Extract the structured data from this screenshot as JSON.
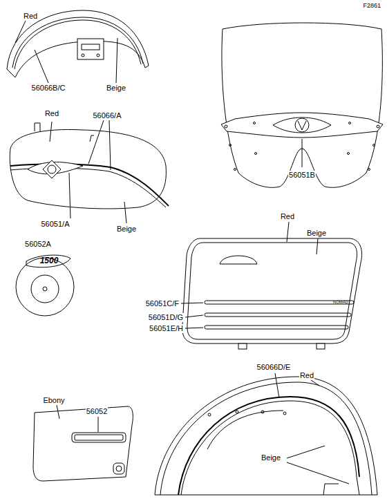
{
  "diagram": {
    "labels": [
      "F2861",
      "Red",
      "56066B/C",
      "Beige",
      "Red",
      "56066/A",
      "56051/A",
      "Beige",
      "56052A",
      "1500",
      "56051B",
      "Red",
      "Beige",
      "NOMAD",
      "56051C/F",
      "56051D/G",
      "56051E/H",
      "Ebony",
      "56052",
      "56066D/E",
      "Red",
      "Beige"
    ]
  }
}
